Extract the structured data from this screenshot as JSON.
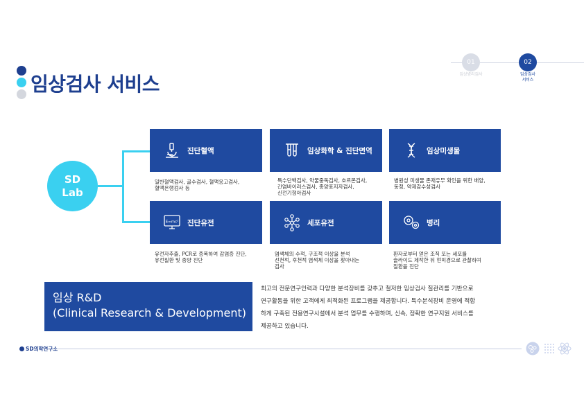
{
  "header": {
    "title": "임상검사 서비스",
    "steps": [
      {
        "number": "01",
        "label": "임상병리검사",
        "active": false
      },
      {
        "number": "02",
        "label_lines": [
          "임상검사",
          "서비스"
        ],
        "active": true
      }
    ]
  },
  "hub": {
    "line1": "SD",
    "line2": "Lab"
  },
  "services": [
    {
      "label": "진단혈액",
      "icon": "microscope-icon",
      "desc": [
        "일반혈액검사, 골수검사, 혈액응고검사,",
        "혈액은행검사 등"
      ]
    },
    {
      "label": "임상화학 & 진단면역",
      "icon": "test-tubes-icon",
      "desc": [
        "특수단백검사, 약물중독검사, 호르몬검사,",
        "간염바이러스검사, 종양표지자검사,",
        "신전기형아검사"
      ]
    },
    {
      "label": "임상미생물",
      "icon": "dna-icon",
      "desc": [
        "병원성 미생물 존재유무 확인을 위한 배양,",
        "동정, 약제감수성검사"
      ]
    },
    {
      "label": "진단유전",
      "icon": "monitor-formula-icon",
      "icon_text": "E=mc²",
      "desc": [
        "유전자추출, PCR로 증폭하여 감염증 진단,",
        "유전질환 및 종양 진단"
      ]
    },
    {
      "label": "세포유전",
      "icon": "molecule-icon",
      "desc": [
        "염색체의 수적, 구조적 이상을 분석",
        "선천적, 후천적 염색체 이상을 찾아내는",
        "검사"
      ]
    },
    {
      "label": "병리",
      "icon": "cells-icon",
      "desc": [
        "환자로부터 얻은 조직 또는 세포를",
        "슬라이드 제작한 뒤 현미경으로 관찰하여",
        "질환을 진단"
      ]
    }
  ],
  "rnd": {
    "title_line1": "임상 R&D",
    "title_line2": "(Clinical Research & Development)",
    "text_lines": [
      "최고의 전문연구인력과 다양한 분석장비를 갖추고 철저한 임상검사 질관리를 기반으로",
      "연구활동을 위한 고객에게 최적화된 프로그램을 제공합니다. 특수분석장비 운영에 적합",
      "하게 구축된 전용연구시설에서 분석 업무를 수행하며, 신속, 정확한 연구지원 서비스를",
      "제공하고 있습니다."
    ]
  },
  "footer": {
    "logo": "SD의학연구소",
    "icons": [
      "cells-circle-icon",
      "grid-dots-icon",
      "atom-icon"
    ]
  },
  "colors": {
    "primary": "#1f4aa0",
    "accent": "#3ad0f0",
    "title": "#1e3f8f",
    "step_inactive": "#d9dde6"
  }
}
